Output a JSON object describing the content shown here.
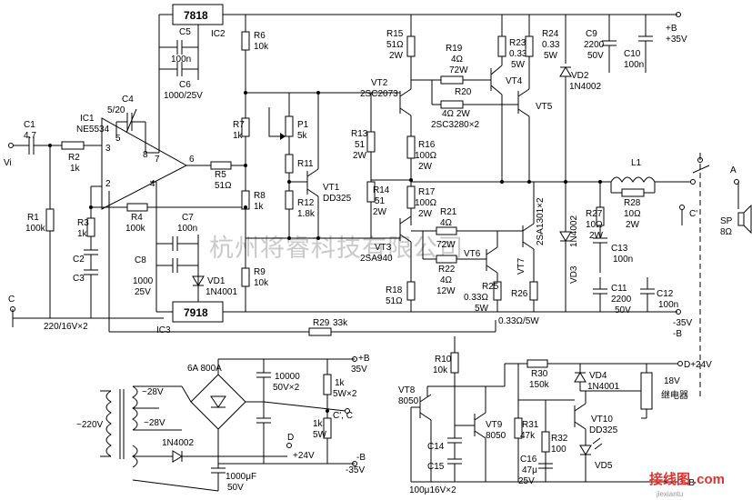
{
  "watermark": {
    "main": "杭州将睿科技有限公司",
    "site_cn": "接线图",
    "site_com": ".com",
    "site_url": "jiexiantu"
  },
  "amplifier": {
    "input_label": "Vi",
    "c1": [
      "C1",
      "4.7"
    ],
    "r1": [
      "R1",
      "100k"
    ],
    "r2": [
      "R2",
      "1k"
    ],
    "r3": [
      "R3",
      "1k"
    ],
    "c2": "C2",
    "c3": "C3",
    "cap_spec": "220/16V×2",
    "ic1": [
      "IC1",
      "NE5534"
    ],
    "c4": [
      "C4",
      "5/20"
    ],
    "r4": [
      "R4",
      "100k"
    ],
    "r5": [
      "R5",
      "51Ω"
    ],
    "pins": [
      "3",
      "2",
      "5",
      "8",
      "7",
      "6",
      "4"
    ],
    "node_c": "C",
    "ic2": [
      "7818",
      "IC2"
    ],
    "c5": [
      "C5",
      "100n"
    ],
    "c6": [
      "C6",
      "1000/25V"
    ],
    "ic3": [
      "7918",
      "IC3"
    ],
    "c7": [
      "C7",
      "100n"
    ],
    "c8": [
      "C8",
      "1000",
      "25V"
    ],
    "vd1": [
      "VD1",
      "1N4001"
    ],
    "r6": [
      "R6",
      "10k"
    ],
    "r7": [
      "R7",
      "1k"
    ],
    "r8": [
      "R8",
      "1k"
    ],
    "r9": [
      "R9",
      "10k"
    ],
    "p1": [
      "P1",
      "5k"
    ],
    "r11": "R11",
    "r12": [
      "R12",
      "1.8k"
    ],
    "vt1": [
      "VT1",
      "DD325"
    ],
    "vt2": [
      "VT2",
      "2SC2073"
    ],
    "vt3": [
      "VT3",
      "2SA940"
    ],
    "r13": [
      "R13",
      "51",
      "2W"
    ],
    "r14": [
      "R14",
      "51",
      "2W"
    ],
    "r15": [
      "R15",
      "51Ω",
      "2W"
    ],
    "r16": [
      "R16",
      "100Ω",
      "2W"
    ],
    "r17": [
      "R17",
      "100Ω",
      "2W"
    ],
    "r18": [
      "R18",
      "51Ω"
    ],
    "r19": [
      "R19",
      "4Ω",
      "72W"
    ],
    "r20": [
      "R20",
      "4Ω 2W"
    ],
    "r21": [
      "R21",
      "4Ω",
      "72W"
    ],
    "r22": [
      "R22",
      "4Ω",
      "12W"
    ],
    "r23": [
      "R23",
      "0.33Ω",
      "5W"
    ],
    "r24": [
      "R24",
      "0.33",
      "5W"
    ],
    "r25": [
      "R25",
      "0.33Ω",
      "5W"
    ],
    "r26": [
      "R26",
      "0.33Ω/5W"
    ],
    "vt4": "VT4",
    "vt5": "VT5",
    "vt6": "VT6",
    "vt7": "VT7",
    "pnp_pair": "2SA1301×2",
    "npn_pair": "2SC3280×2",
    "r27": [
      "R27",
      "10Ω",
      "2W"
    ],
    "r28": [
      "R28",
      "10Ω",
      "2W"
    ],
    "l1": "L1",
    "c9": [
      "C9",
      "2200",
      "50V"
    ],
    "c10": [
      "C10",
      "100n"
    ],
    "c11": [
      "C11",
      "2200",
      "50V"
    ],
    "c12": [
      "C12",
      "100n"
    ],
    "c13": [
      "C13",
      "100n"
    ],
    "vd2": [
      "VD2",
      "1N4002"
    ],
    "vd3": [
      "VD3",
      "1N4002"
    ],
    "r29": [
      "R29",
      "33k"
    ],
    "rail_pos": [
      "+B",
      "+35V"
    ],
    "rail_neg": [
      "-35V",
      "-B"
    ],
    "node_c_prime": "C'",
    "node_a": "A",
    "speaker": [
      "SP",
      "8Ω"
    ]
  },
  "power_supply": {
    "mains": "~220V",
    "sec_pos": "~28V",
    "sec_neg": "~28V",
    "bridge": "6A 800A",
    "diode": "1N4002",
    "c_main": [
      "10000",
      "50V×2"
    ],
    "r_1k_a": [
      "1k",
      "5W×2"
    ],
    "r_1k_b": [
      "1k",
      "5W"
    ],
    "out_pos": [
      "+B",
      "35V"
    ],
    "out_c": "C', C",
    "out_24": "+24V",
    "out_neg": [
      "-B",
      "-35V"
    ],
    "node_d": "D",
    "c_24": [
      "1000μF",
      "50V"
    ]
  },
  "protection": {
    "r10": [
      "R10",
      "10k"
    ],
    "vt8": [
      "VT8",
      "8050"
    ],
    "vt9": [
      "VT9",
      "8050"
    ],
    "c14": "C14",
    "c15": "C15",
    "cap_spec": "100μ16V×2",
    "r30": [
      "R30",
      "150k"
    ],
    "r31": [
      "R31",
      "47k"
    ],
    "r32": [
      "R32",
      "100"
    ],
    "c16": [
      "C16",
      "47μ",
      "25V"
    ],
    "vd4": [
      "VD4",
      "1N4001"
    ],
    "vt10": [
      "VT10",
      "DD325"
    ],
    "vd5": "VD5",
    "d24": "D+24V",
    "relay": [
      "18V",
      "继电器"
    ],
    "minus_b": "-B"
  }
}
